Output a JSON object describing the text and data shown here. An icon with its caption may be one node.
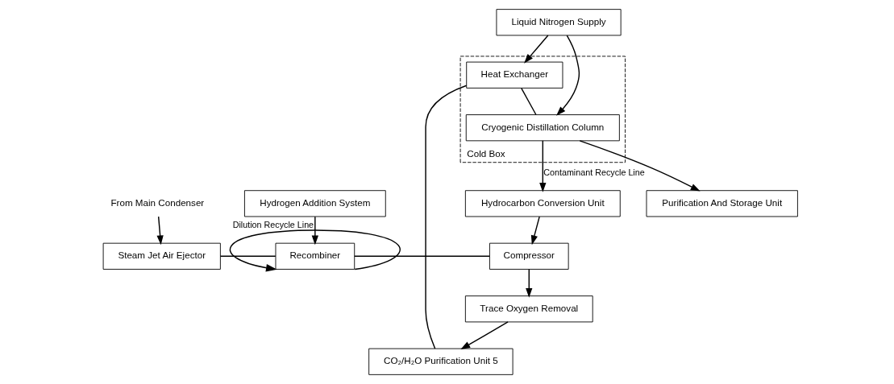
{
  "diagram": {
    "nodes": [
      {
        "text": [
          "From Main Condenser"
        ]
      },
      {
        "text": [
          "Steam Jet Air Ejector"
        ]
      },
      {
        "text": [
          "Recombiner"
        ]
      },
      {
        "text": [
          "Compressor"
        ]
      },
      {
        "text": [
          "Trace Oxygen Removal"
        ]
      },
      {
        "text": [
          "Liquid Nitrogen Supply"
        ]
      },
      {
        "text": [
          "CO₂/H₂O Purification Unit 5"
        ]
      },
      {
        "text": [
          "Cold Box"
        ]
      },
      {
        "text": [
          "Heat Exchanger"
        ],
        "in": 7
      },
      {
        "text": [
          "Cryogenic Distillation Column"
        ],
        "in": 7
      },
      {
        "text": [
          "Purification And Storage Unit"
        ]
      },
      {
        "text": [
          "Hydrogen Addition System"
        ]
      },
      {
        "text": [
          "Hydrocarbon Conversion Unit"
        ]
      }
    ],
    "edges": [
      {
        "from": 0,
        "to": 1,
        "arrow": "to"
      },
      {
        "from": 1,
        "to": 2,
        "arrow": "none"
      },
      {
        "from": 2,
        "to": 2,
        "arrow": "to",
        "label": "Dilution Recycle Line"
      },
      {
        "from": 11,
        "to": 2,
        "arrow": "to"
      },
      {
        "from": 2,
        "to": 3,
        "arrow": "none"
      },
      {
        "from": 12,
        "to": 3,
        "arrow": "to"
      },
      {
        "from": 3,
        "to": 4,
        "arrow": "to"
      },
      {
        "from": 4,
        "to": 6,
        "arrow": "to"
      },
      {
        "from": 6,
        "to": 8,
        "arrow": "none"
      },
      {
        "from": 5,
        "to": 8,
        "arrow": "to"
      },
      {
        "from": 5,
        "to": 9,
        "arrow": "to"
      },
      {
        "from": 8,
        "to": 9,
        "arrow": "none"
      },
      {
        "from": 9,
        "to": 10,
        "arrow": "to"
      },
      {
        "from": 9,
        "to": 12,
        "arrow": "to",
        "label": "Contaminant Recycle Line"
      }
    ]
  }
}
